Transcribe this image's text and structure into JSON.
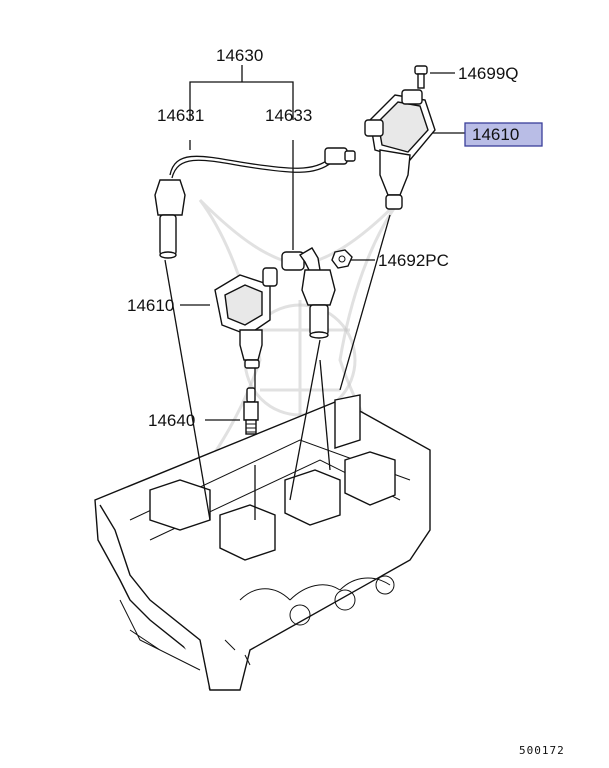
{
  "labels": {
    "assy": "14630",
    "cable_left": "14631",
    "cable_right": "14633",
    "bolt": "14699Q",
    "coil_highlight": "14610",
    "nut": "14692PC",
    "coil_left": "14610",
    "plug": "14640"
  },
  "diagram_ref": "500172",
  "colors": {
    "highlight_fill": "#b9bde6",
    "highlight_stroke": "#3a3f9a",
    "line": "#111111"
  }
}
